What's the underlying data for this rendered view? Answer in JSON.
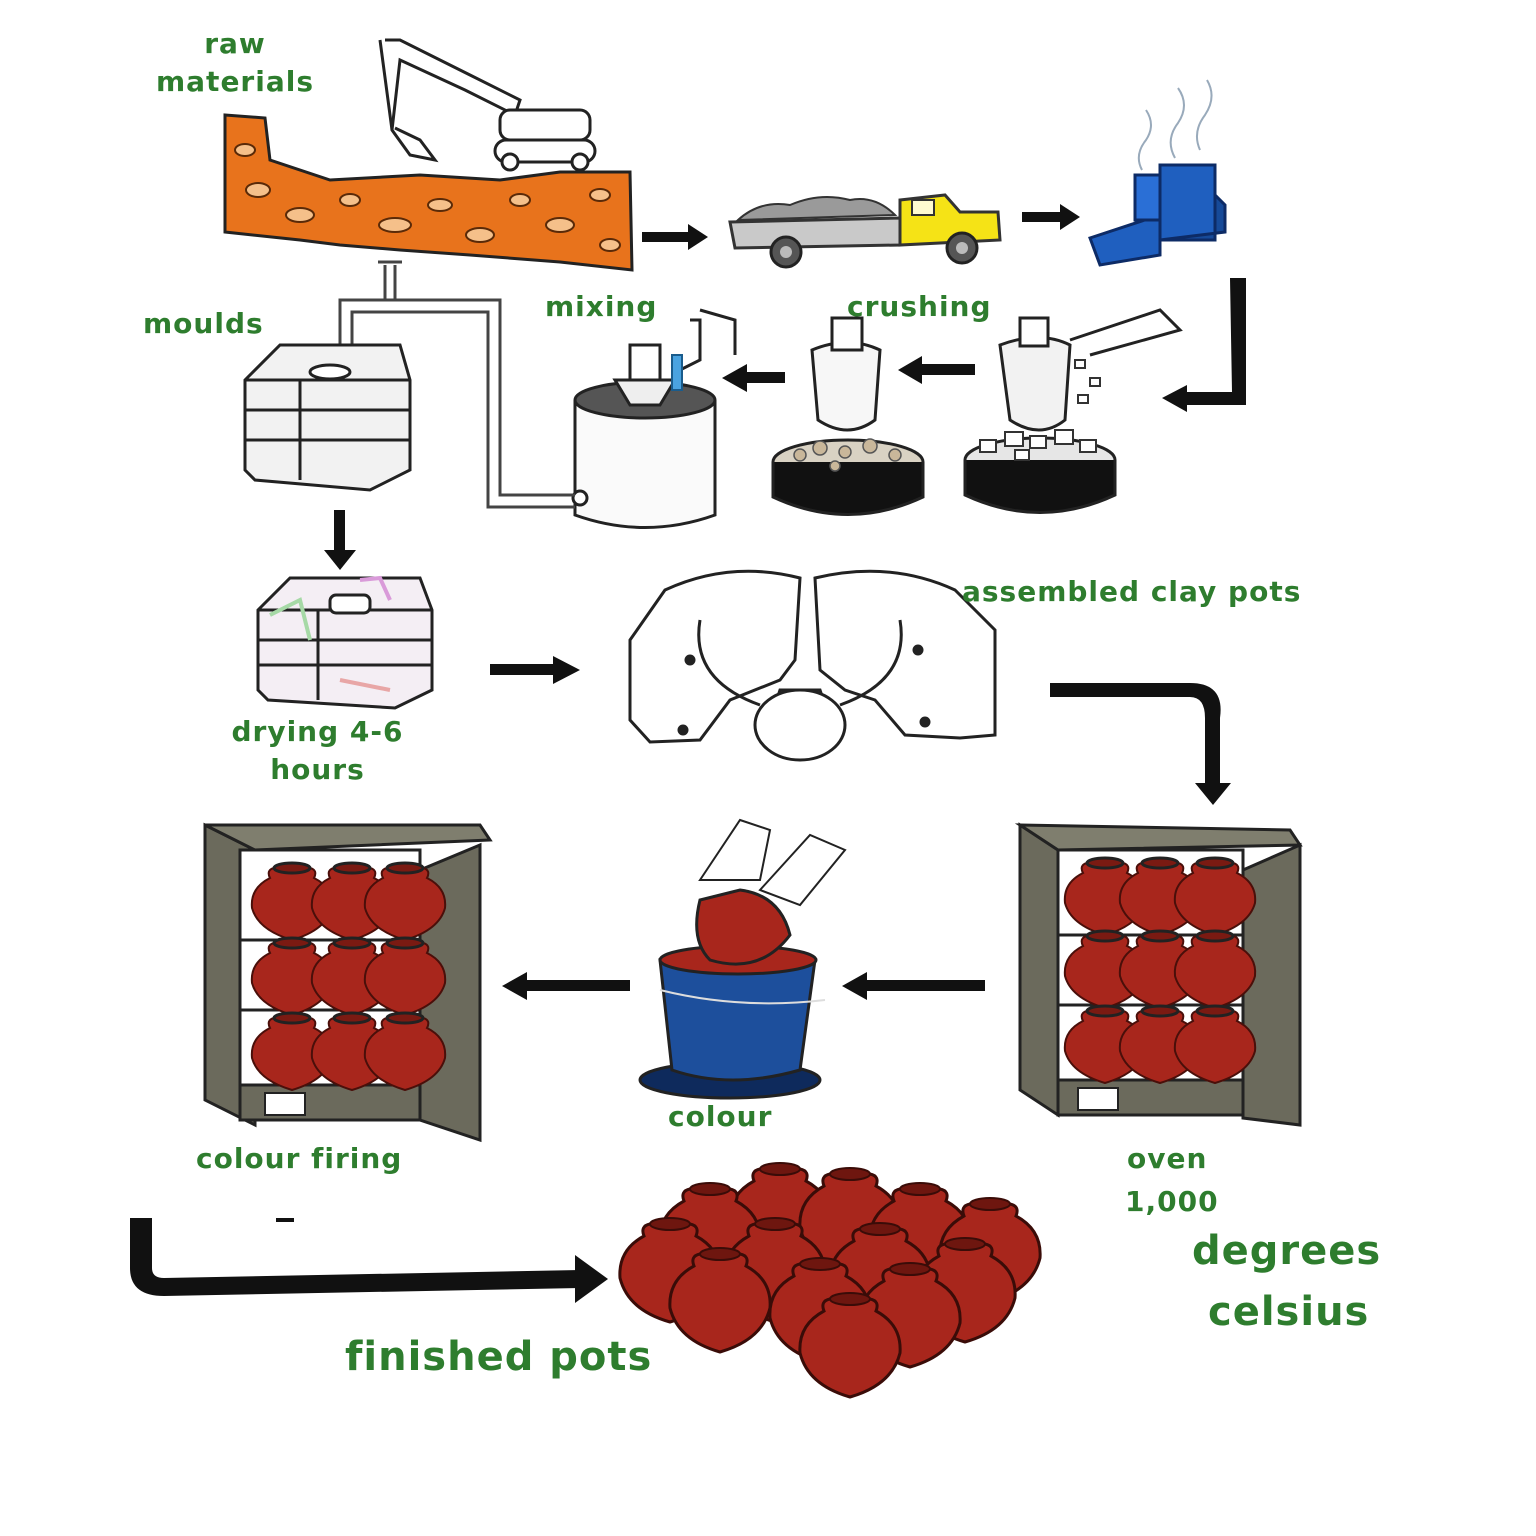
{
  "labels": {
    "raw_materials_1": "raw",
    "raw_materials_2": "materials",
    "moulds": "moulds",
    "mixing": "mixing",
    "crushing": "crushing",
    "assembled": "assembled clay pots",
    "drying_1": "drying 4-6",
    "drying_2": "hours",
    "colour_firing": "colour firing",
    "colour": "colour",
    "oven_1": "oven",
    "oven_2": "1,000",
    "oven_3": "degrees",
    "oven_4": "celsius",
    "finished": "finished pots"
  },
  "colors": {
    "label": "#2e7d2e",
    "earth": "#e8731c",
    "truck": "#f5e316",
    "factory": "#1f5fbf",
    "oven_body": "#6b6a5c",
    "pot": "#a8261c",
    "bucket": "#1d4f9c",
    "arrow": "#111111"
  }
}
